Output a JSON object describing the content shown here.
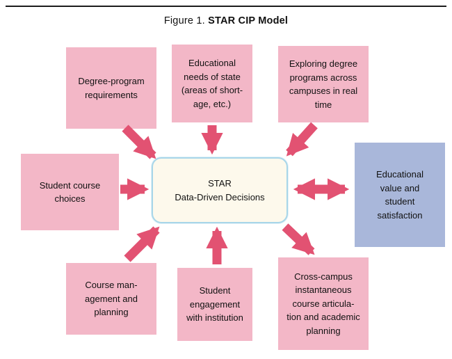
{
  "figure": {
    "caption_prefix": "Figure 1.",
    "caption_title": "STAR CIP Model"
  },
  "boxes": {
    "top_left": "Degree-program\nrequirements",
    "top_center": "Educational\nneeds of state\n(areas of short-\nage, etc.)",
    "top_right": "Exploring degree\nprograms across\ncampuses in real\ntime",
    "left": "Student course\nchoices",
    "center": "STAR\nData-Driven Decisions",
    "right": "Educational\nvalue and\nstudent\nsatisfaction",
    "bottom_left": "Course man-\nagement and\nplanning",
    "bottom_center": "Student\nengagement\nwith institution",
    "bottom_right": "Cross-campus\ninstantaneous\ncourse articula-\ntion and academic\nplanning"
  },
  "colors": {
    "box_pink": "#f3b7c7",
    "box_blue": "#a9b7da",
    "center_bg": "#fdf9ec",
    "center_border": "#a8d6e9",
    "arrow": "#e25272"
  }
}
